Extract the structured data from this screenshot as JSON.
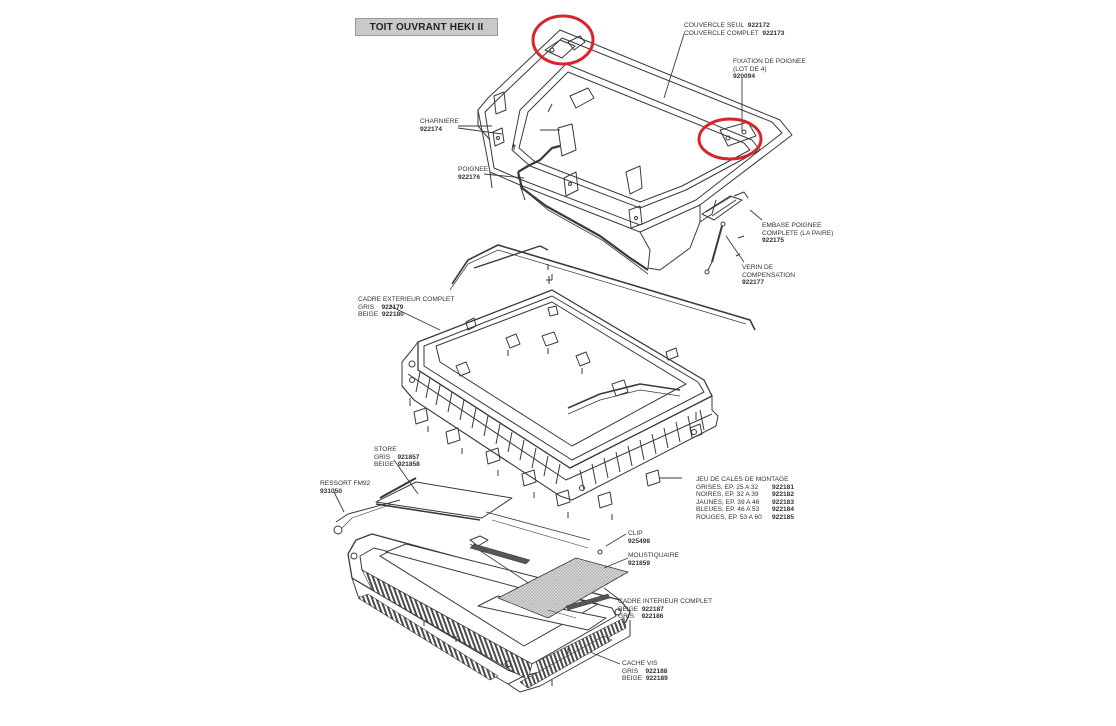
{
  "title": "TOIT OUVRANT HEKI II",
  "labels": {
    "couvercle_seul": {
      "text": "COUVERCLE SEUL",
      "ref": "922172"
    },
    "couvercle_complet": {
      "text": "COUVERCLE COMPLET",
      "ref": "922173"
    },
    "fixation_1": "FIXATION DE POIGNEE",
    "fixation_2": "(LOT DE 4)",
    "fixation_ref": "920094",
    "charniere": "CHARNIERE",
    "charniere_ref": "922174",
    "poignee": "POIGNEE",
    "poignee_ref": "922176",
    "embase_1": "EMBASE POIGNEE",
    "embase_2": "COMPLETE (LA PAIRE)",
    "embase_ref": "922175",
    "verin_1": "VERIN DE",
    "verin_2": "COMPENSATION",
    "verin_ref": "922177",
    "cadre_ext": "CADRE EXTERIEUR COMPLET",
    "cadre_ext_gris": {
      "text": "GRIS",
      "ref": "922179"
    },
    "cadre_ext_beige": {
      "text": "BEIGE",
      "ref": "922180"
    },
    "store": "STORE",
    "store_gris": {
      "text": "GRIS",
      "ref": "921857"
    },
    "store_beige": {
      "text": "BEIGE",
      "ref": "921858"
    },
    "ressort": "RESSORT FM92",
    "ressort_ref": "931050",
    "jeu_cales": "JEU DE CALES DE MONTAGE",
    "cales": [
      {
        "text": "GRISES, EP. 25 A 32",
        "ref": "922181"
      },
      {
        "text": "NOIRES, EP. 32 A 39",
        "ref": "922182"
      },
      {
        "text": "JAUNES, EP. 39 A 46",
        "ref": "922183"
      },
      {
        "text": "BLEUES, EP. 46 A 53",
        "ref": "922184"
      },
      {
        "text": "ROUGES, EP. 53 A 60",
        "ref": "922185"
      }
    ],
    "clip": "CLIP",
    "clip_ref": "925498",
    "moustiquaire": "MOUSTIQUAIRE",
    "moustiquaire_ref": "921859",
    "cadre_int": "CADRE INTERIEUR COMPLET",
    "cadre_int_beige": {
      "text": "BEIGE",
      "ref": "922187"
    },
    "cadre_int_gris": {
      "text": "GRIS",
      "ref": "922186"
    },
    "cache_vis": "CACHE VIS",
    "cache_vis_gris": {
      "text": "GRIS",
      "ref": "922188"
    },
    "cache_vis_beige": {
      "text": "BEIGE",
      "ref": "922189"
    }
  },
  "colors": {
    "line": "#3a3a3a",
    "highlight": "#d8242a",
    "title_bg": "#c9c9c9"
  }
}
